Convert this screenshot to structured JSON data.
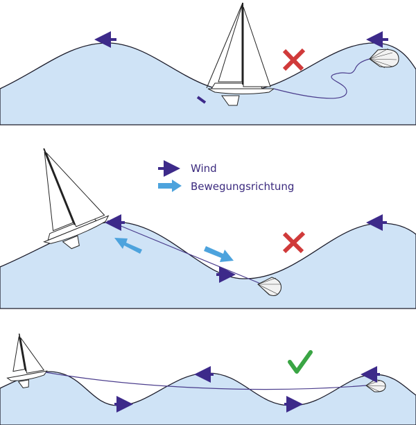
{
  "legend": {
    "wind_label": "Wind",
    "movement_label": "Bewegungsrichtung"
  },
  "colors": {
    "water": "#cfe3f6",
    "wind_arrow": "#3d2a8a",
    "movement_arrow": "#4da3dd",
    "wrong_mark": "#d03a3a",
    "right_mark": "#3aa544"
  },
  "panels": [
    {
      "verdict": "wrong",
      "icon": "cross-icon"
    },
    {
      "verdict": "wrong",
      "icon": "cross-icon"
    },
    {
      "verdict": "right",
      "icon": "check-icon"
    }
  ]
}
